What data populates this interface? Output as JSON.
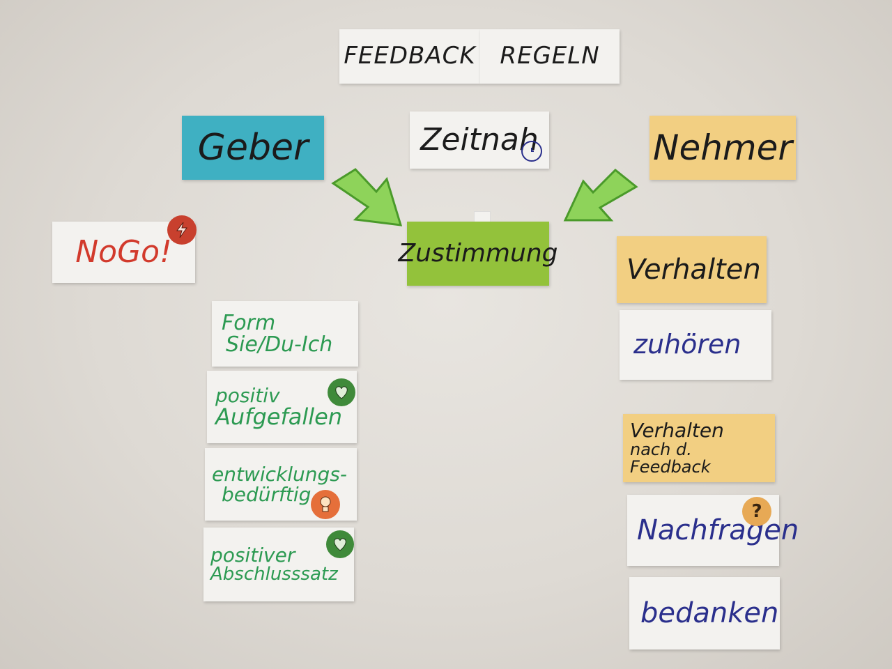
{
  "title": {
    "left": "FEEDBACK",
    "right": "REGELN"
  },
  "header_cards": {
    "geber": "Geber",
    "zeitnah": "Zeitnah",
    "nehmer": "Nehmer",
    "zustimmung": "Zustimmung",
    "nogo": "NoGo!"
  },
  "geber_column": [
    {
      "line1": "Form",
      "line2": "Sie/Du-Ich"
    },
    {
      "line1": "positiv",
      "line2": "Aufgefallen"
    },
    {
      "line1": "entwicklungs-",
      "line2": "bedürftig"
    },
    {
      "line1": "positiver",
      "line2": "Abschlusssatz"
    }
  ],
  "nehmer_column": [
    {
      "label": "Verhalten"
    },
    {
      "label": "zuhören"
    },
    {
      "line1": "Verhalten",
      "line2": "nach d. Feedback"
    },
    {
      "label": "Nachfragen"
    },
    {
      "label": "bedanken"
    }
  ],
  "colors": {
    "teal": "#3fb0c2",
    "yellow": "#f2cf82",
    "green": "#93c23b",
    "arrow": "#8ed35a",
    "red_ink": "#d23a2c",
    "green_ink": "#2c9a52",
    "blue_ink": "#2a2f8c"
  },
  "icons": [
    "lightning-sticker-icon",
    "heart-sticker-icon",
    "lightbulb-sticker-icon",
    "question-sticker-icon",
    "clock-icon"
  ]
}
